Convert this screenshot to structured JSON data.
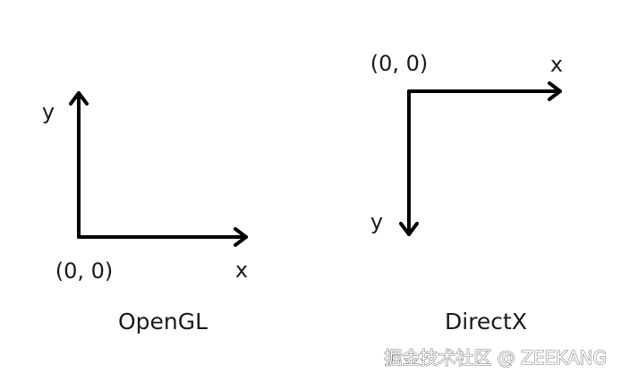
{
  "opengl": {
    "title": "OpenGL",
    "origin_label": "(0, 0)",
    "x_label": "x",
    "y_label": "y"
  },
  "directx": {
    "title": "DirectX",
    "origin_label": "(0, 0)",
    "x_label": "x",
    "y_label": "y"
  },
  "watermark": "掘金技术社区 @ ZEEKANG",
  "colors": {
    "axis": "#000000",
    "text": "#1a1a1a",
    "background": "#ffffff"
  }
}
